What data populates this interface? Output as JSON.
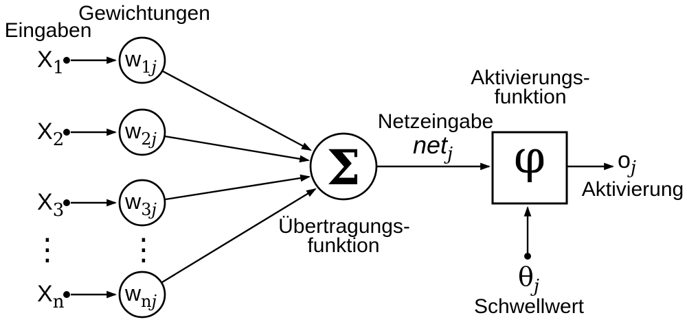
{
  "diagram": {
    "headers": {
      "inputs_title": "Eingaben",
      "weights_title": "Gewichtungen"
    },
    "inputs": [
      {
        "base": "X",
        "sub": "1"
      },
      {
        "base": "X",
        "sub": "2"
      },
      {
        "base": "X",
        "sub": "3"
      },
      {
        "base": "X",
        "sub": "n"
      }
    ],
    "weights": [
      {
        "base": "w",
        "sub_index": "1",
        "sub_j": "j"
      },
      {
        "base": "w",
        "sub_index": "2",
        "sub_j": "j"
      },
      {
        "base": "w",
        "sub_index": "3",
        "sub_j": "j"
      },
      {
        "base": "w",
        "sub_index": "n",
        "sub_j": "j"
      }
    ],
    "ellipsis": "⋮",
    "sum_node": {
      "symbol": "Σ",
      "label_line1": "Übertragungs-",
      "label_line2": "funktion"
    },
    "net_input": {
      "label": "Netzeingabe",
      "symbol": "net",
      "sub": "j"
    },
    "activation_node": {
      "symbol": "φ",
      "label_line1": "Aktivierungs-",
      "label_line2": "funktion"
    },
    "threshold": {
      "symbol": "θ",
      "sub": "j",
      "label": "Schwellwert"
    },
    "output": {
      "symbol": "o",
      "sub": "j",
      "label": "Aktivierung"
    },
    "colors": {
      "ink": "#000000",
      "background": "#ffffff"
    }
  }
}
